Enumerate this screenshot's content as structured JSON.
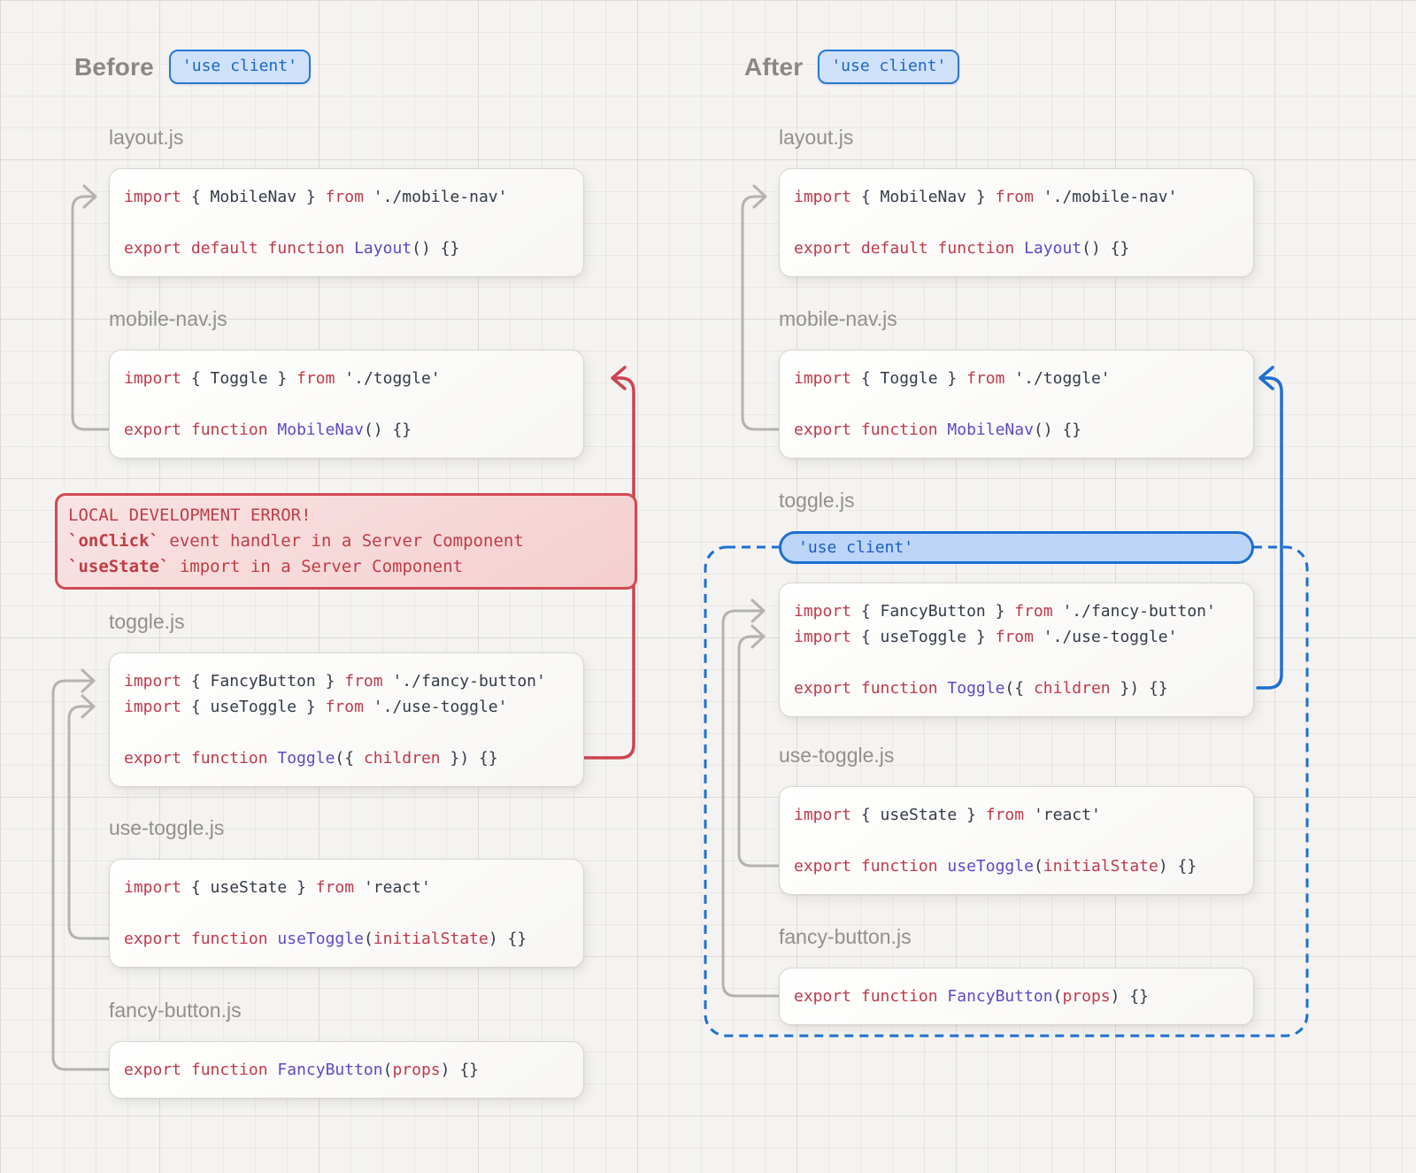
{
  "before": {
    "title": "Before",
    "badge": "'use client'"
  },
  "after": {
    "title": "After",
    "badge": "'use client'"
  },
  "pill": "'use client'",
  "error": {
    "title": "LOCAL DEVELOPMENT ERROR!",
    "items": [
      {
        "code": "`onClick`",
        "text": " event handler in a Server Component"
      },
      {
        "code": "`useState`",
        "text": " import in a Server Component"
      }
    ]
  },
  "files": {
    "layout": {
      "name": "layout.js",
      "code": [
        [
          [
            "k",
            "import "
          ],
          [
            "d",
            "{ MobileNav } "
          ],
          [
            "k",
            "from "
          ],
          [
            "d",
            "'./mobile-nav'"
          ]
        ],
        [],
        [
          [
            "k",
            "export default function "
          ],
          [
            "f",
            "Layout"
          ],
          [
            "d",
            "() {}"
          ]
        ]
      ]
    },
    "mobile_nav": {
      "name": "mobile-nav.js",
      "code": [
        [
          [
            "k",
            "import "
          ],
          [
            "d",
            "{ Toggle } "
          ],
          [
            "k",
            "from "
          ],
          [
            "d",
            "'./toggle'"
          ]
        ],
        [],
        [
          [
            "k",
            "export function "
          ],
          [
            "f",
            "MobileNav"
          ],
          [
            "d",
            "() {}"
          ]
        ]
      ]
    },
    "toggle": {
      "name": "toggle.js",
      "code": [
        [
          [
            "k",
            "import "
          ],
          [
            "d",
            "{ FancyButton } "
          ],
          [
            "k",
            "from "
          ],
          [
            "d",
            "'./fancy-button'"
          ]
        ],
        [
          [
            "k",
            "import "
          ],
          [
            "d",
            "{ useToggle } "
          ],
          [
            "k",
            "from "
          ],
          [
            "d",
            "'./use-toggle'"
          ]
        ],
        [],
        [
          [
            "k",
            "export function "
          ],
          [
            "f",
            "Toggle"
          ],
          [
            "d",
            "({ "
          ],
          [
            "a",
            "children"
          ],
          [
            "d",
            " }) {}"
          ]
        ]
      ]
    },
    "use_toggle": {
      "name": "use-toggle.js",
      "code": [
        [
          [
            "k",
            "import "
          ],
          [
            "d",
            "{ useState } "
          ],
          [
            "k",
            "from "
          ],
          [
            "d",
            "'react'"
          ]
        ],
        [],
        [
          [
            "k",
            "export function "
          ],
          [
            "f",
            "useToggle"
          ],
          [
            "d",
            "("
          ],
          [
            "a",
            "initialState"
          ],
          [
            "d",
            ") {}"
          ]
        ]
      ]
    },
    "fancy_button": {
      "name": "fancy-button.js",
      "code": [
        [
          [
            "k",
            "export function "
          ],
          [
            "f",
            "FancyButton"
          ],
          [
            "d",
            "("
          ],
          [
            "a",
            "props"
          ],
          [
            "d",
            ") {}"
          ]
        ]
      ]
    }
  },
  "colors": {
    "keyword": "#c0394b",
    "function": "#5f48c7",
    "argument": "#c0394b",
    "code": "#333b47",
    "accent_blue": "#1e6fd2",
    "accent_red": "#cd4350",
    "arrow_gray": "#b5b3b0"
  }
}
